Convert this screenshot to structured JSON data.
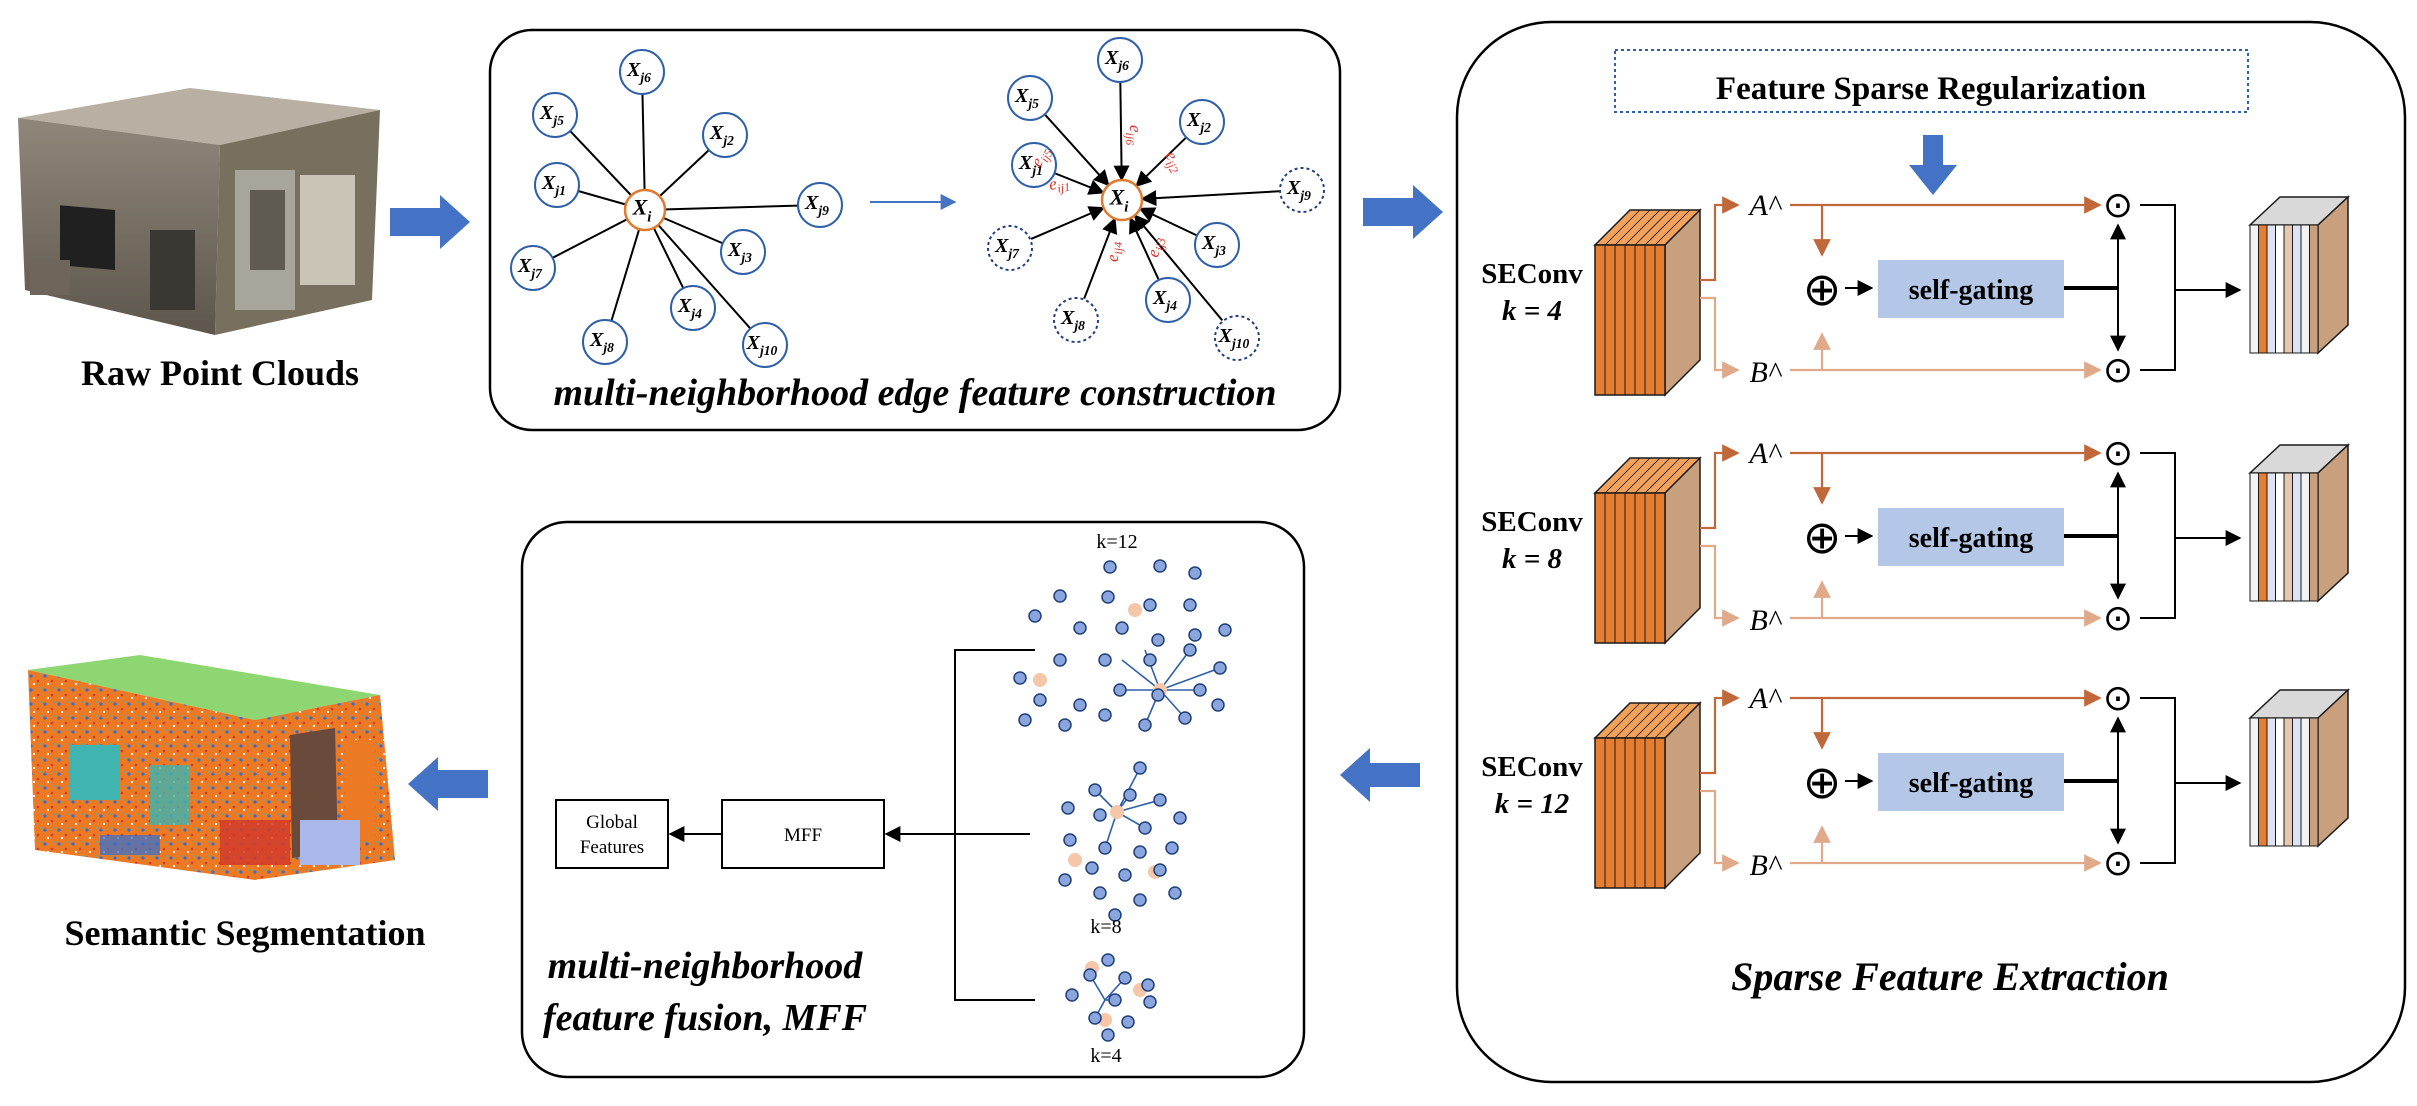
{
  "raw_label": "Raw Point Clouds",
  "seg_label": "Semantic Segmentation",
  "edge_panel": {
    "title": "multi-neighborhood edge feature construction",
    "center": "X",
    "center_sub": "i",
    "left_nodes": [
      {
        "sub": "j6"
      },
      {
        "sub": "j5"
      },
      {
        "sub": "j2"
      },
      {
        "sub": "j1"
      },
      {
        "sub": "j9"
      },
      {
        "sub": "j3"
      },
      {
        "sub": "j7"
      },
      {
        "sub": "j4"
      },
      {
        "sub": "j8"
      },
      {
        "sub": "j10"
      }
    ],
    "right_nodes": [
      {
        "sub": "j6"
      },
      {
        "sub": "j5"
      },
      {
        "sub": "j2"
      },
      {
        "sub": "j1"
      },
      {
        "sub": "j9"
      },
      {
        "sub": "j3"
      },
      {
        "sub": "j7"
      },
      {
        "sub": "j4"
      },
      {
        "sub": "j8"
      },
      {
        "sub": "j10"
      }
    ],
    "edge_labels": [
      "e",
      "e",
      "e",
      "e",
      "e",
      "e"
    ],
    "edge_subs": [
      "ij5",
      "ij6",
      "ij2",
      "ij1",
      "ij3",
      "ij4"
    ]
  },
  "sparse_panel": {
    "reg_label": "Feature Sparse Regularization",
    "title": "Sparse Feature Extraction",
    "rows": [
      {
        "name": "SEConv",
        "k": "k = 4",
        "a": "A^",
        "b": "B^",
        "gate": "self-gating"
      },
      {
        "name": "SEConv",
        "k": "k = 8",
        "a": "A^",
        "b": "B^",
        "gate": "self-gating"
      },
      {
        "name": "SEConv",
        "k": "k = 12",
        "a": "A^",
        "b": "B^",
        "gate": "self-gating"
      }
    ],
    "odot": "⊙",
    "oplus": "⊕"
  },
  "mff_panel": {
    "title_line1": "multi-neighborhood",
    "title_line2": "feature fusion, MFF",
    "global_line1": "Global",
    "global_line2": "Features",
    "mff_label": "MFF",
    "k12": "k=12",
    "k8": "k=8",
    "k4": "k=4"
  },
  "colors": {
    "arrow_blue": "#4472c4",
    "node_blue": "#2e5fa8",
    "center_orange": "#e07a2e",
    "edge_red": "#d9342b",
    "gate_fill": "#b4c7e7",
    "reg_border": "#2e5fa8",
    "feat_orange": "#e67e32",
    "feat_brown": "#c8a07e",
    "path_orange": "#c0683a",
    "path_light": "#e0a98a",
    "dot_fill": "#8aa6dd",
    "dot_blush": "#f5c6a8"
  }
}
